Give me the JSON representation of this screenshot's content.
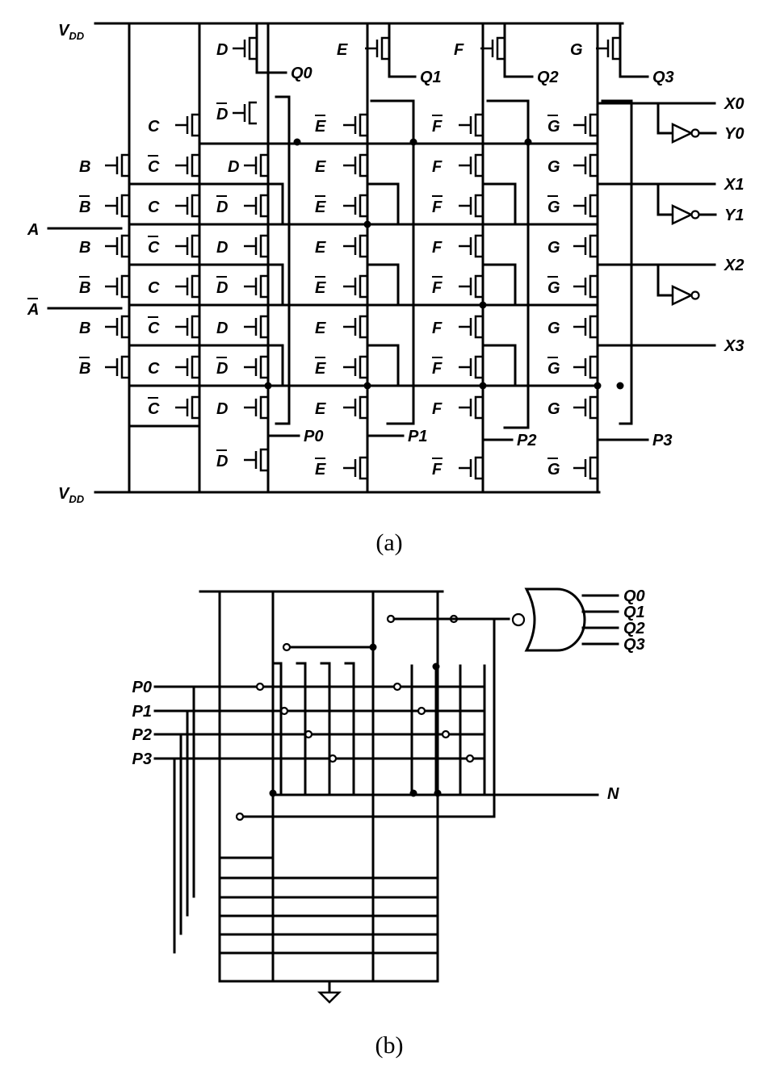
{
  "figure_a": {
    "caption": "(a)",
    "supply": {
      "base": "V",
      "sub": "DD"
    },
    "inputs_left": [
      {
        "text": "A",
        "bar": false
      },
      {
        "text": "A",
        "bar": true
      }
    ],
    "col_b": [
      {
        "text": "B",
        "bar": false
      },
      {
        "text": "B",
        "bar": true
      },
      {
        "text": "B",
        "bar": false
      },
      {
        "text": "B",
        "bar": true
      },
      {
        "text": "B",
        "bar": false
      },
      {
        "text": "B",
        "bar": true
      }
    ],
    "col_c": [
      {
        "text": "C",
        "bar": false
      },
      {
        "text": "C",
        "bar": true
      },
      {
        "text": "C",
        "bar": false
      },
      {
        "text": "C",
        "bar": true
      },
      {
        "text": "C",
        "bar": false
      },
      {
        "text": "C",
        "bar": true
      },
      {
        "text": "C",
        "bar": false
      },
      {
        "text": "C",
        "bar": true
      }
    ],
    "col_d": [
      {
        "text": "D",
        "bar": false
      },
      {
        "text": "D",
        "bar": true
      },
      {
        "text": "D",
        "bar": false
      },
      {
        "text": "D",
        "bar": true
      },
      {
        "text": "D",
        "bar": false
      },
      {
        "text": "D",
        "bar": true
      },
      {
        "text": "D",
        "bar": false
      },
      {
        "text": "D",
        "bar": true
      },
      {
        "text": "D",
        "bar": false
      },
      {
        "text": "D",
        "bar": true
      }
    ],
    "col_e": [
      {
        "text": "E",
        "bar": false
      },
      {
        "text": "E",
        "bar": true
      },
      {
        "text": "E",
        "bar": false
      },
      {
        "text": "E",
        "bar": true
      },
      {
        "text": "E",
        "bar": false
      },
      {
        "text": "E",
        "bar": true
      },
      {
        "text": "E",
        "bar": false
      },
      {
        "text": "E",
        "bar": true
      },
      {
        "text": "E",
        "bar": false
      },
      {
        "text": "E",
        "bar": true
      }
    ],
    "col_f": [
      {
        "text": "F",
        "bar": false
      },
      {
        "text": "F",
        "bar": true
      },
      {
        "text": "F",
        "bar": false
      },
      {
        "text": "F",
        "bar": true
      },
      {
        "text": "F",
        "bar": false
      },
      {
        "text": "F",
        "bar": true
      },
      {
        "text": "F",
        "bar": false
      },
      {
        "text": "F",
        "bar": true
      },
      {
        "text": "F",
        "bar": false
      },
      {
        "text": "F",
        "bar": true
      }
    ],
    "col_g": [
      {
        "text": "G",
        "bar": false
      },
      {
        "text": "G",
        "bar": true
      },
      {
        "text": "G",
        "bar": false
      },
      {
        "text": "G",
        "bar": true
      },
      {
        "text": "G",
        "bar": false
      },
      {
        "text": "G",
        "bar": true
      },
      {
        "text": "G",
        "bar": false
      },
      {
        "text": "G",
        "bar": true
      },
      {
        "text": "G",
        "bar": false
      },
      {
        "text": "G",
        "bar": true
      }
    ],
    "q_outputs": [
      "Q0",
      "Q1",
      "Q2",
      "Q3"
    ],
    "p_outputs": [
      "P0",
      "P1",
      "P2",
      "P3"
    ],
    "x_outputs": [
      "X0",
      "X1",
      "X2",
      "X3"
    ],
    "y_outputs": [
      "Y0",
      "Y1"
    ]
  },
  "figure_b": {
    "caption": "(b)",
    "inputs": [
      "P0",
      "P1",
      "P2",
      "P3"
    ],
    "node": "N",
    "gate_inputs": [
      "Q0",
      "Q1",
      "Q2",
      "Q3"
    ]
  }
}
